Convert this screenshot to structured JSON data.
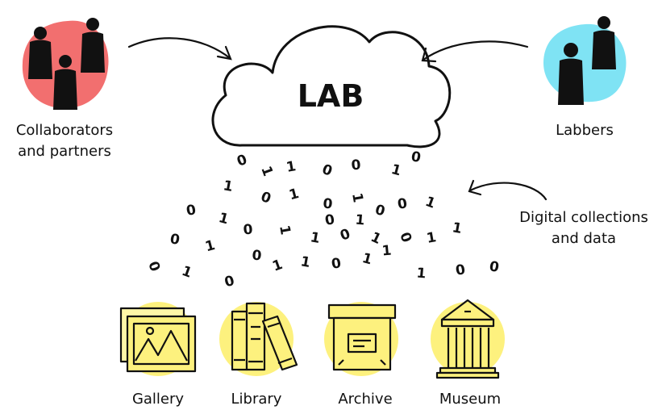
{
  "cloud": {
    "label": "LAB"
  },
  "groups": {
    "collaborators": {
      "label_line1": "Collaborators",
      "label_line2": "and partners",
      "color": "#f26f6f"
    },
    "labbers": {
      "label": "Labbers",
      "color": "#7fe3f4"
    }
  },
  "digital": {
    "label_line1": "Digital collections",
    "label_line2": "and data"
  },
  "binary_digits": [
    "0",
    "1",
    "1",
    "0",
    "0",
    "1",
    "0",
    "1",
    "0",
    "1",
    "0",
    "1",
    "0",
    "0",
    "1",
    "0",
    "1",
    "0",
    "1",
    "1",
    "0",
    "1",
    "0",
    "1",
    "1",
    "0",
    "1",
    "0",
    "1",
    "1",
    "0",
    "1",
    "1",
    "0",
    "1",
    "0",
    "1",
    "0",
    "0",
    "1",
    "0"
  ],
  "institutions": {
    "color": "#fdf17e",
    "items": [
      {
        "label": "Gallery"
      },
      {
        "label": "Library"
      },
      {
        "label": "Archive"
      },
      {
        "label": "Museum"
      }
    ]
  }
}
